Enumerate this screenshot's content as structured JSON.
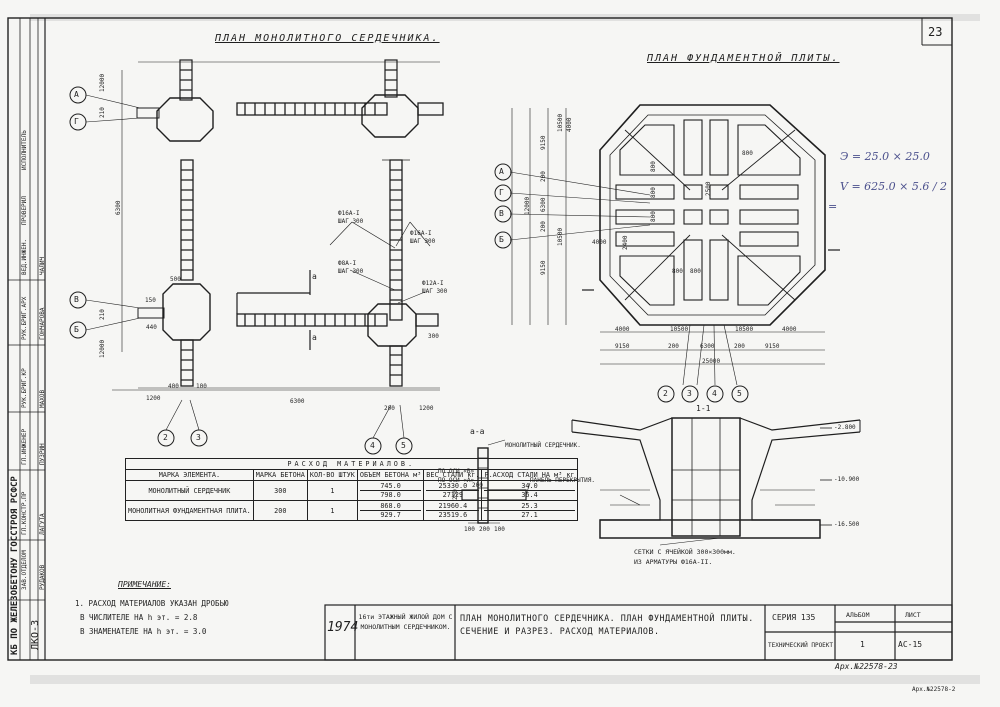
{
  "sheet": {
    "number": "23",
    "title_plan_core": "ПЛАН МОНОЛИТНОГО СЕРДЕЧНИКА.",
    "title_plan_slab": "ПЛАН ФУНДАМЕНТНОЙ ПЛИТЫ."
  },
  "core_plan": {
    "axes": {
      "a": "А",
      "g": "Г",
      "v": "В",
      "b": "Б",
      "n2": "2",
      "n3": "3",
      "n4": "4",
      "n5": "5"
    },
    "dims": {
      "d12000a": "12000",
      "d210a": "210",
      "d6300v": "6300",
      "d210b": "210",
      "d12000b": "12000",
      "d1200l": "1200",
      "d6300h": "6300",
      "d1200r": "1200",
      "d200": "200",
      "d400": "400",
      "d500": "500",
      "d100": "100",
      "d150": "150",
      "d440": "440",
      "d300": "300"
    },
    "section_mark": "а",
    "callouts": {
      "c1": "Ф16А-I",
      "c1s": "ШАГ 300",
      "c2": "Ф16А-I",
      "c2s": "ШАГ 300",
      "c3": "Ф8А-I",
      "c3s": "ШАГ 300",
      "c4": "Ф12А-I",
      "c4s": "ШАГ 300"
    }
  },
  "slab_plan": {
    "axes": {
      "a": "А",
      "g": "Г",
      "v": "В",
      "b": "Б",
      "n2": "2",
      "n3": "3",
      "n4": "4",
      "n5": "5"
    },
    "dims_left": [
      "9150",
      "10500",
      "200",
      "6300",
      "200",
      "10500",
      "9150",
      "4000",
      "12000"
    ],
    "dims_bottom": [
      "4000",
      "10500",
      "10500",
      "4000",
      "9150",
      "200",
      "6300",
      "200",
      "9150",
      "25000"
    ],
    "inner": [
      "800",
      "800",
      "800",
      "2500",
      "800",
      "2400",
      "800",
      "800",
      "4000"
    ]
  },
  "section_11": {
    "label": "1-1",
    "levels": [
      "-2.800",
      "-10.900",
      "-16.500"
    ],
    "mesh_note_1": "СЕТКИ С ЯЧЕЙКОЙ 300×300мм.",
    "mesh_note_2": "ИЗ АРМАТУРЫ Ф16А-II."
  },
  "section_aa": {
    "label": "а-а",
    "note_core": "МОНОЛИТНЫЙ СЕРДЕЧНИК.",
    "note_panel": "ПАНЕЛЬ ПЕРЕКРЫТИЯ.",
    "note_axis_v": "ПО ОСИ «В»",
    "note_axis_a": "ПО ОСИ «А»",
    "dims": [
      "100",
      "200",
      "100",
      "250",
      "200"
    ]
  },
  "materials": {
    "title": "РАСХОД МАТЕРИАЛОВ.",
    "headers": [
      "МАРКА ЭЛЕМЕНТА.",
      "МАРКА БЕТОНА",
      "КОЛ-ВО ШТУК",
      "ОБЪЕМ БЕТОНА м³",
      "ВЕС СТАЛИ кг.",
      "Р.АСХОД СТАЛИ НА м³ кг"
    ],
    "rows": [
      {
        "name": "МОНОЛИТНЫЙ СЕРДЕЧНИК",
        "grade": "300",
        "qty": "1",
        "vol": "745.0",
        "vol2": "798.0",
        "steel": "25330.0",
        "steel2": "27129",
        "rate": "34.0",
        "rate2": "36.4"
      },
      {
        "name": "МОНОЛИТНАЯ ФУНДАМЕНТНАЯ ПЛИТА.",
        "grade": "200",
        "qty": "1",
        "vol": "868.0",
        "vol2": "929.7",
        "steel": "21960.4",
        "steel2": "23519.6",
        "rate": "25.3",
        "rate2": "27.1"
      }
    ]
  },
  "note": {
    "title": "ПРИМЕЧАНИЕ:",
    "line1": "1. РАСХОД МАТЕРИАЛОВ УКАЗАН ДРОБЬЮ",
    "line2": "В ЧИСЛИТЕЛЕ НА h эт. = 2.8",
    "line3": "В ЗНАМЕНАТЕЛЕ НА h эт. = 3.0"
  },
  "title_block": {
    "year": "1974",
    "project": "16ти ЭТАЖНЫЙ ЖИЛОЙ ДОМ С МОНОЛИТНЫМ СЕРДЕЧНИКОМ.",
    "drawing_title": "ПЛАН МОНОЛИТНОГО СЕРДЕЧНИКА. ПЛАН ФУНДАМЕНТНОЙ ПЛИТЫ. СЕЧЕНИЕ И РАЗРЕЗ. РАСХОД МАТЕРИАЛОВ.",
    "series_label": "СЕРИЯ 135",
    "stage": "ТЕХНИЧЕСКИЙ ПРОЕКТ",
    "album_label": "АЛЬБОМ",
    "album": "1",
    "sheet_label": "ЛИСТ",
    "sheet": "АС-15",
    "archive": "Арх.№22578-23",
    "archive2": "Арх.№22578-2"
  },
  "side_stamp": {
    "org": "КБ ПО ЖЕЛЕЗОБЕТОНУ ГОССТРОЯ РСФСР",
    "code": "ЛКО-3",
    "roles": [
      "ЗАВ.ОТДЕЛОМ",
      "ГЛ.КОНСТР.ПР",
      "ГЛ.ИНЖЕНЕР",
      "РУК.БРИГ.КР",
      "РУК.БРИГ.АРХ",
      "ВЕД.ИНЖЕН."
    ],
    "names": [
      "РУДАКОВ",
      "ЛАГУТА",
      "ПУЗРИН",
      "МАХОВ",
      "ГОНЧАРОВА",
      "ЧАЛИЧ"
    ],
    "check": "ПРОВЕРИЛ",
    "executor": "ИСПОЛНИТЕЛЬ"
  },
  "handnotes": {
    "n1": "Э = 25.0 × 25.0",
    "n2": "V = 625.0 × 5.6 / 2",
    "n3": "="
  }
}
